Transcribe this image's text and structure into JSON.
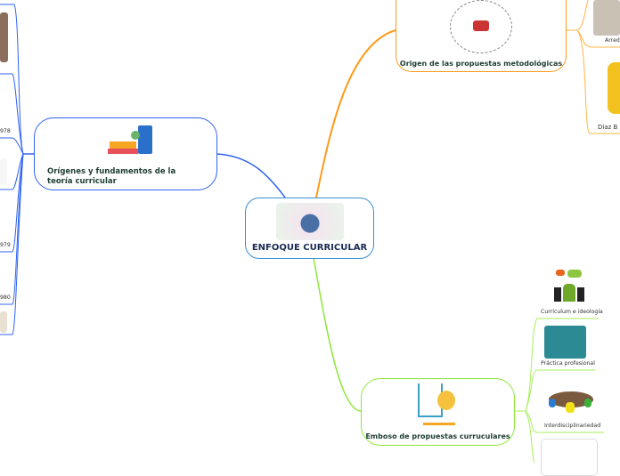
{
  "central": {
    "title": "ENFOQUE CURRICULAR"
  },
  "topics": [
    {
      "title": "Orígenes y fundamentos de la teoría curricular",
      "color": "#2f62f0",
      "children_visible_labels": [
        "978",
        "979",
        "980"
      ]
    },
    {
      "title": "Origen de las propuestas metodológicas",
      "color": "#ff9a1a",
      "children_visible_labels": [
        "Arred",
        "Díaz B"
      ]
    },
    {
      "title": "Emboso de propuestas curruculares",
      "color": "#8ee63a",
      "children_visible_labels": [
        "Currículum e ideología",
        "Práctica profesional",
        "Interdisciplinariedad"
      ]
    }
  ],
  "colors": {
    "central_border": "#3a8fd6",
    "title_text": "#1d3d33",
    "central_text": "#1a2a52"
  }
}
